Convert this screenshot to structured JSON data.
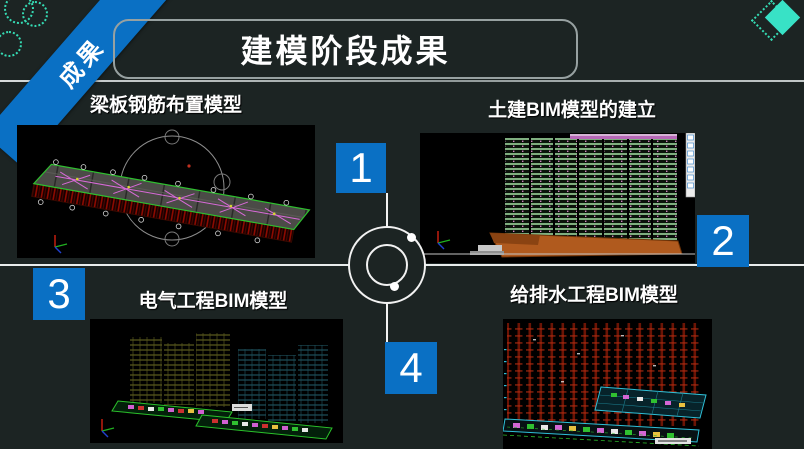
{
  "slide": {
    "corner_tag": "成果",
    "title": "建模阶段成果",
    "colors": {
      "background": "#1c2423",
      "accent_blue": "#0a70c4",
      "accent_teal": "#38e2c6",
      "divider_white": "#f2f2f2",
      "viewport_black": "#000000"
    }
  },
  "quadrants": [
    {
      "number": "1",
      "label": "梁板钢筋布置模型",
      "image": "beam-slab-rebar-cad-model"
    },
    {
      "number": "2",
      "label": "土建BIM模型的建立",
      "image": "civil-structure-bim-model"
    },
    {
      "number": "3",
      "label": "电气工程BIM模型",
      "image": "electrical-bim-model"
    },
    {
      "number": "4",
      "label": "给排水工程BIM模型",
      "image": "plumbing-drainage-bim-model"
    }
  ],
  "icons": {
    "corner_ribbon": "ribbon-banner",
    "corner_dotted_circles": "dotted-circle-decoration",
    "top_right": "double-diamond-icon",
    "center": "orbit-circles-icon"
  }
}
